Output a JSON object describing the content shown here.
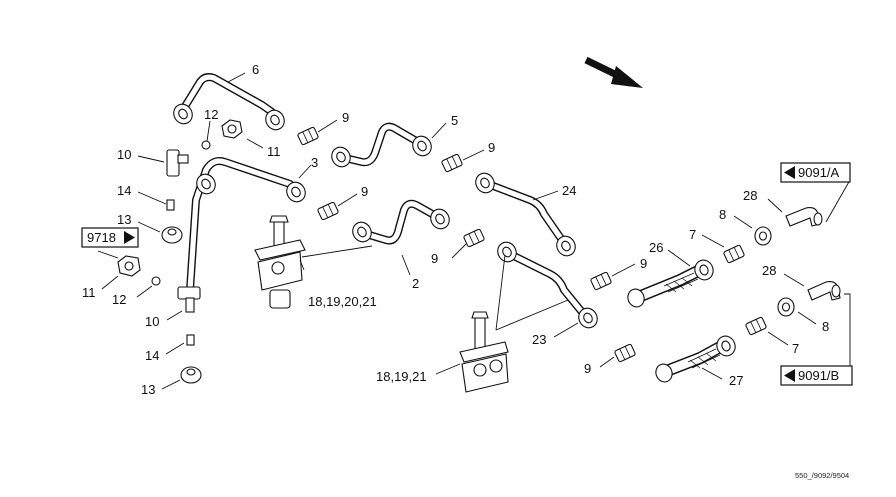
{
  "drawing_code": "550_/9092/9504",
  "references": {
    "ref_9718": "9718",
    "ref_9091a": "9091/A",
    "ref_9091b": "9091/B"
  },
  "callouts": {
    "c6": "6",
    "c12a": "12",
    "c11a": "11",
    "c10a": "10",
    "c14a": "14",
    "c13a": "13",
    "c9a": "9",
    "c5": "5",
    "c9b": "9",
    "c3": "3",
    "c9c": "9",
    "c24": "24",
    "c28a": "28",
    "c8a": "8",
    "c7a": "7",
    "c26": "26",
    "c9d": "9",
    "c9e": "9",
    "c2": "2",
    "c18a": "18,19,20,21",
    "c11b": "11",
    "c12b": "12",
    "c10b": "10",
    "c14b": "14",
    "c13b": "13",
    "c23": "23",
    "c18b": "18,19,21",
    "c9f": "9",
    "c27": "27",
    "c28b": "28",
    "c8b": "8",
    "c7b": "7"
  }
}
